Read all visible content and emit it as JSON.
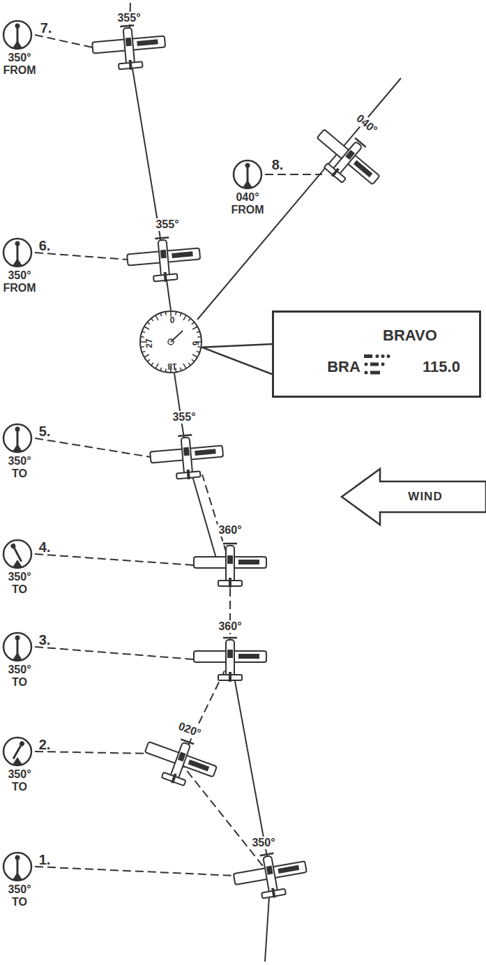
{
  "diagram": {
    "nodes": [
      {
        "text": [
          "0",
          "6",
          "18",
          "27"
        ]
      },
      {
        "text": [
          "BRAVO",
          "BRA",
          "115.0"
        ]
      }
    ],
    "edges": [
      {
        "from": 0,
        "to": 1,
        "arrow": "none"
      }
    ],
    "labels": [
      "355°",
      "7.",
      "350° FROM",
      "8.",
      "040°",
      "040° FROM",
      "6.",
      "355°",
      "350° FROM",
      "5.",
      "355°",
      "350° TO",
      "WIND",
      "4.",
      "360°",
      "350° TO",
      "3.",
      "360°",
      "350° TO",
      "020°",
      "2.",
      "350° TO",
      "350°",
      "1.",
      "350° TO"
    ]
  }
}
